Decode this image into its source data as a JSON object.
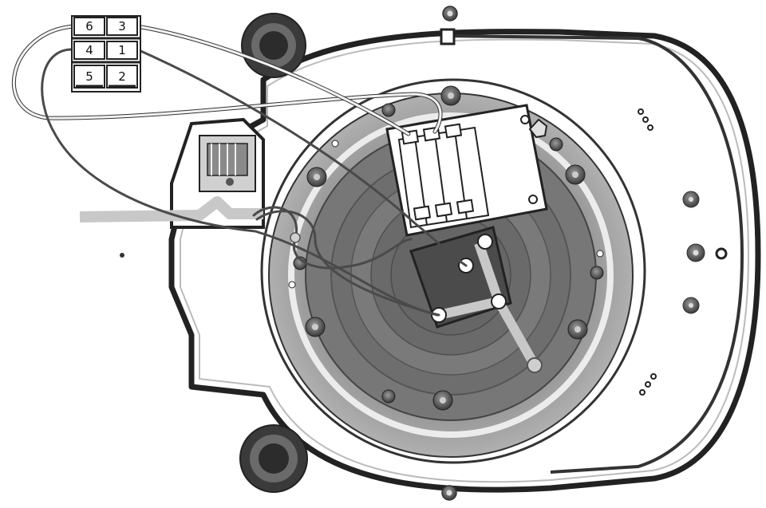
{
  "terminal_block": {
    "labels": [
      "6",
      "3",
      "4",
      "1",
      "5",
      "2"
    ]
  },
  "colors": {
    "wire_light": "#f2f2f2",
    "wire_dark": "#4a4a4a",
    "housing_outline": "#222222",
    "disc_gray": "#8a8a8a",
    "disc_dark": "#5e5e5e",
    "ground_strap": "#c8c8c8",
    "plate_dark": "#4b4b4b"
  }
}
